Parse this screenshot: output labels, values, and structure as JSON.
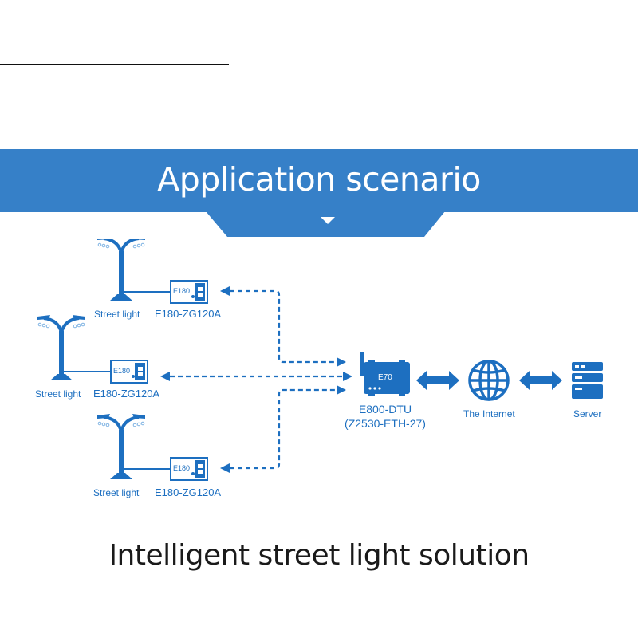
{
  "header": {
    "title": "Application scenario"
  },
  "colors": {
    "primary_blue": "#3680c8",
    "icon_blue": "#1d6fc0",
    "text_dark": "#1a1a1a"
  },
  "nodes": {
    "street_lights": [
      {
        "light_label": "Street light",
        "module_label": "E180-ZG120A",
        "module_badge": "E180"
      },
      {
        "light_label": "Street light",
        "module_label": "E180-ZG120A",
        "module_badge": "E180"
      },
      {
        "light_label": "Street light",
        "module_label": "E180-ZG120A",
        "module_badge": "E180"
      }
    ],
    "gateway": {
      "badge": "E70",
      "name": "E800-DTU",
      "model": "(Z2530-ETH-27)"
    },
    "internet": {
      "label": "The Internet",
      "icon": "globe-icon"
    },
    "server": {
      "label": "Server",
      "icon": "server-icon"
    }
  },
  "footer": {
    "title": "Intelligent street light solution"
  }
}
